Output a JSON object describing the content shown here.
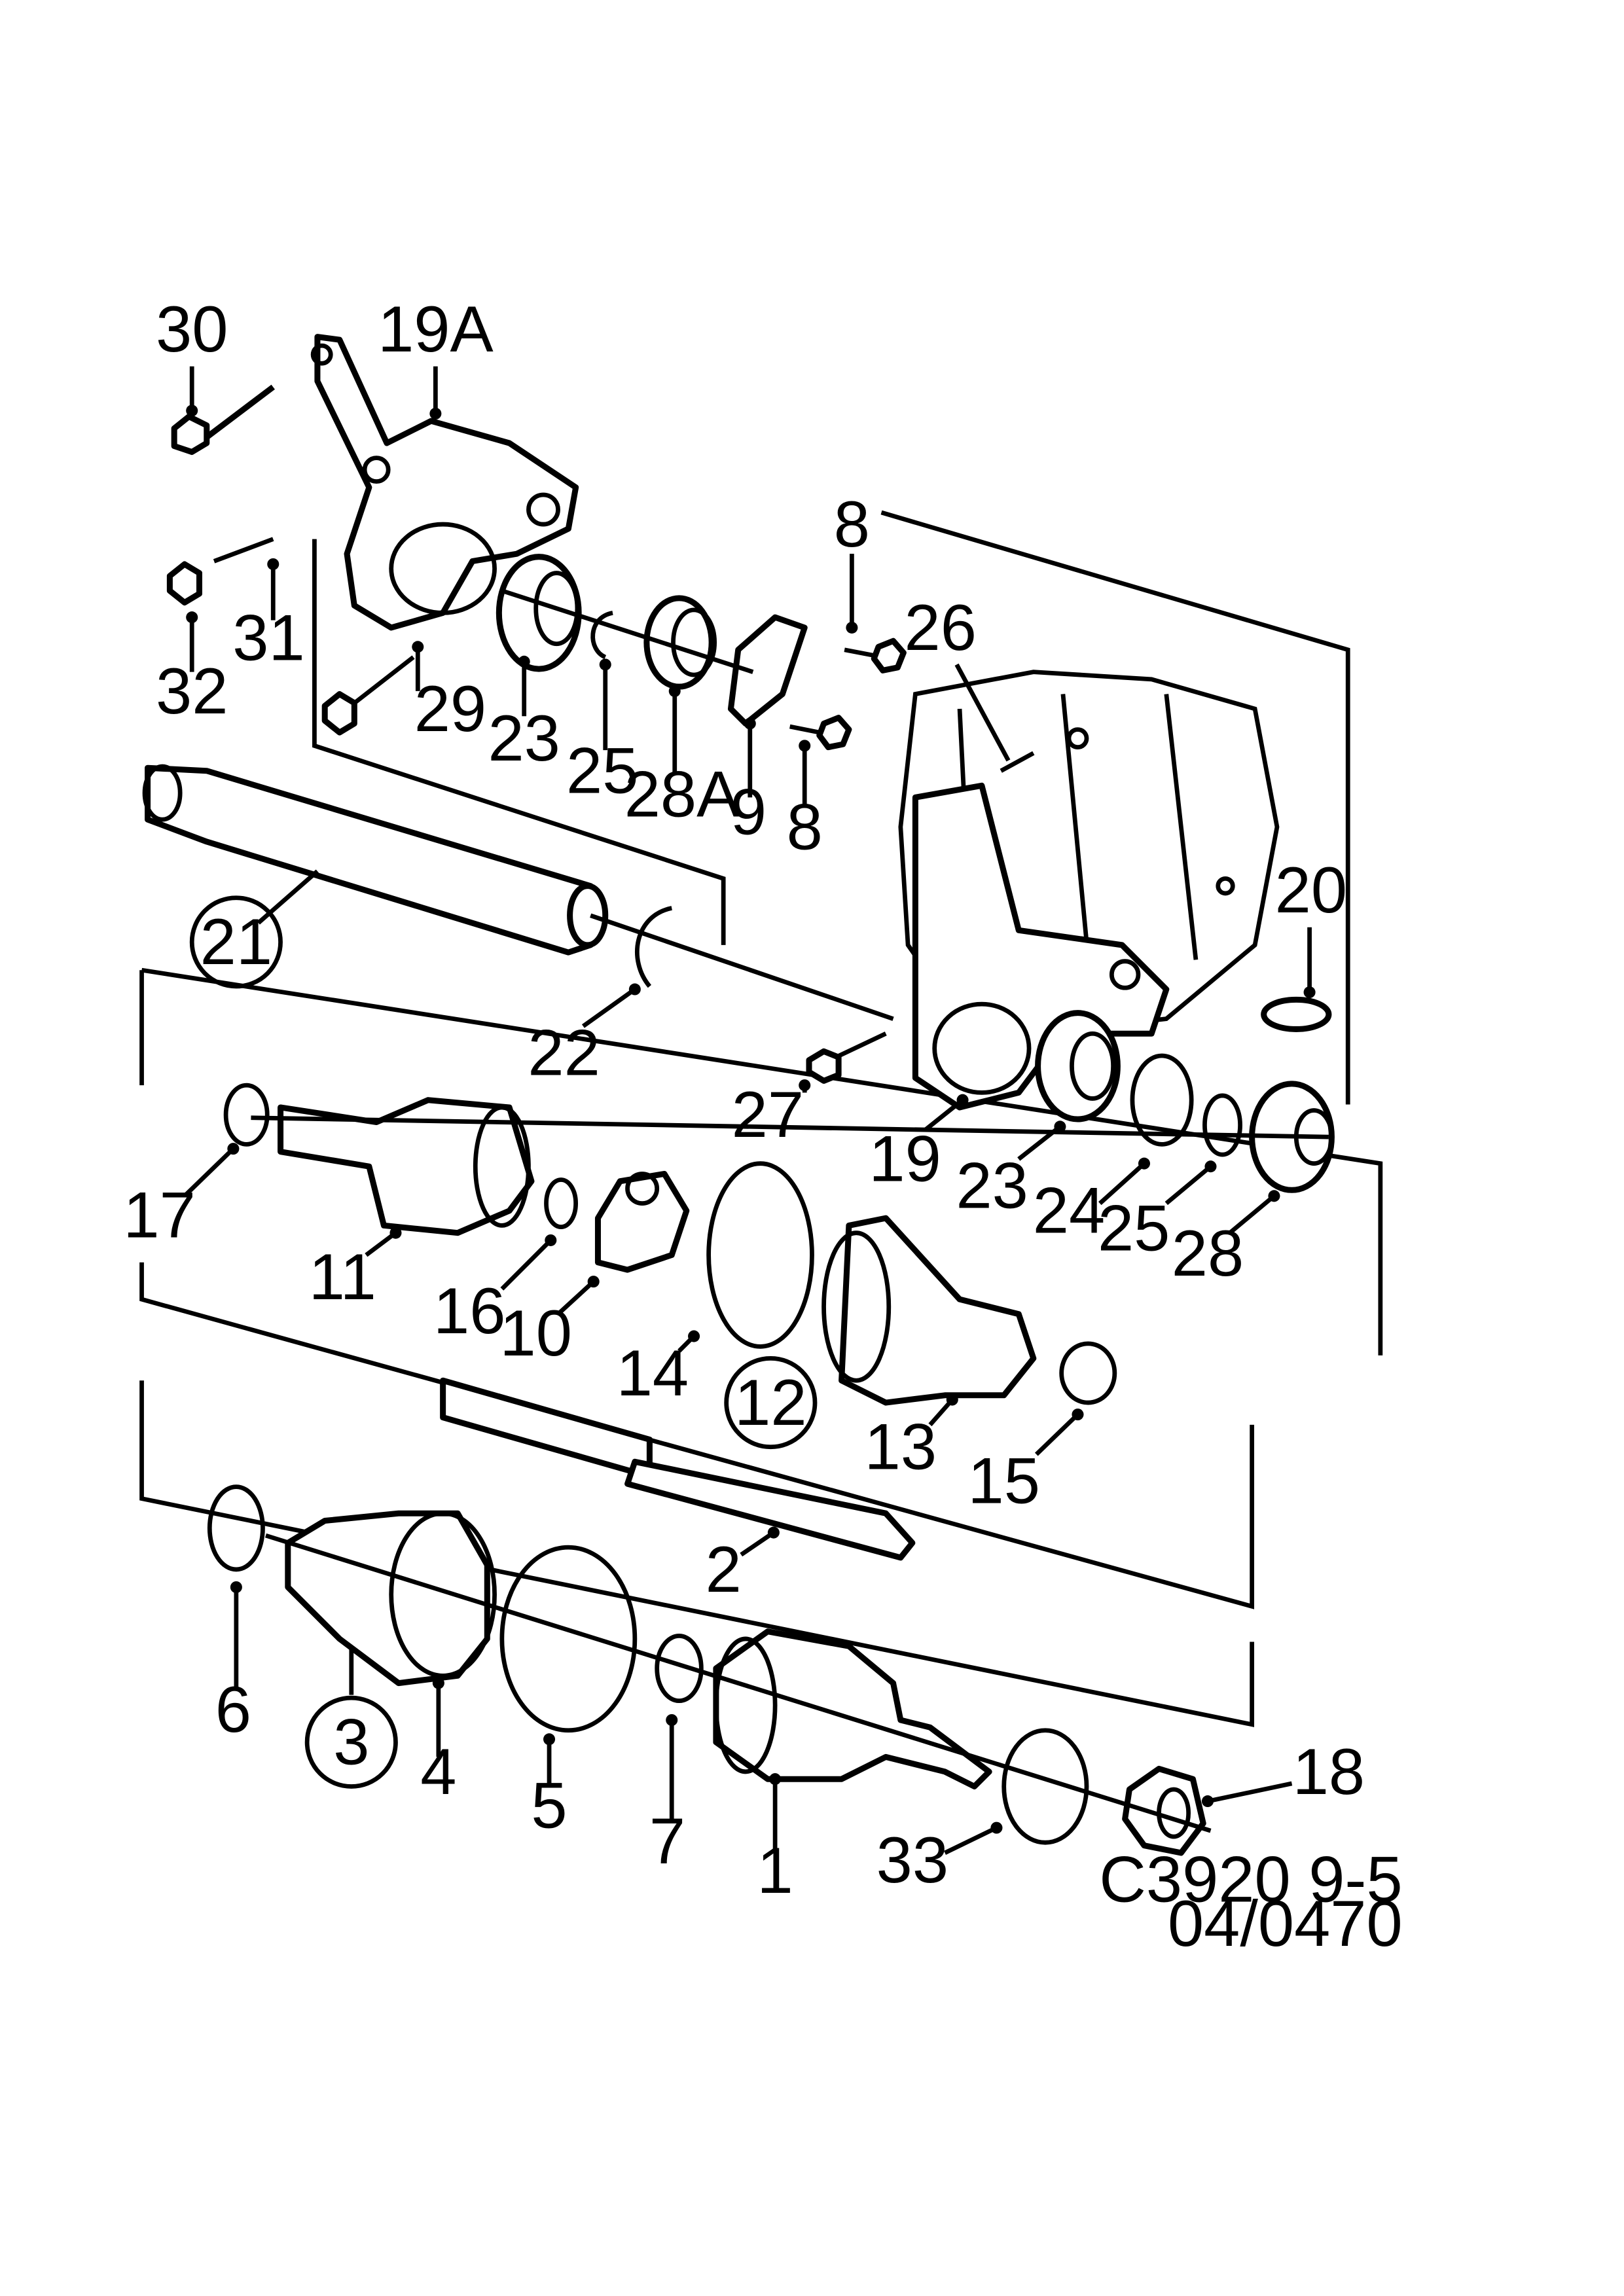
{
  "diagram": {
    "drawing_code": "C3920 9-5",
    "drawing_date": "04/0470",
    "parts": [
      {
        "label": "30",
        "name": "bolt"
      },
      {
        "label": "19A",
        "name": "support-bracket"
      },
      {
        "label": "31",
        "name": "stud"
      },
      {
        "label": "32",
        "name": "nut"
      },
      {
        "label": "29",
        "name": "bolt"
      },
      {
        "label": "23",
        "name": "bearing"
      },
      {
        "label": "25",
        "name": "circlip"
      },
      {
        "label": "28A",
        "name": "sleeve"
      },
      {
        "label": "9",
        "name": "bearing-retainer"
      },
      {
        "label": "8",
        "name": "bolt-upper"
      },
      {
        "label": "8",
        "name": "bolt-lower"
      },
      {
        "label": "26",
        "name": "pin"
      },
      {
        "label": "21",
        "name": "intermediate-shaft",
        "circled": true
      },
      {
        "label": "22",
        "name": "snap-ring"
      },
      {
        "label": "20",
        "name": "sleeve"
      },
      {
        "label": "27",
        "name": "bolt"
      },
      {
        "label": "19",
        "name": "bearing-bracket"
      },
      {
        "label": "23",
        "name": "bearing"
      },
      {
        "label": "24",
        "name": "circlip"
      },
      {
        "label": "25",
        "name": "circlip"
      },
      {
        "label": "28",
        "name": "dust-seal"
      },
      {
        "label": "17",
        "name": "snap-ring"
      },
      {
        "label": "11",
        "name": "inner-joint-housing"
      },
      {
        "label": "16",
        "name": "circlip"
      },
      {
        "label": "10",
        "name": "tripod-spider"
      },
      {
        "label": "14",
        "name": "clamp"
      },
      {
        "label": "12",
        "name": "inner-boot-kit",
        "circled": true
      },
      {
        "label": "13",
        "name": "inner-boot"
      },
      {
        "label": "15",
        "name": "clamp"
      },
      {
        "label": "2",
        "name": "drive-shaft"
      },
      {
        "label": "6",
        "name": "clamp"
      },
      {
        "label": "3",
        "name": "outer-boot-kit",
        "circled": true
      },
      {
        "label": "4",
        "name": "outer-boot"
      },
      {
        "label": "5",
        "name": "clamp"
      },
      {
        "label": "7",
        "name": "circlip"
      },
      {
        "label": "1",
        "name": "outer-joint"
      },
      {
        "label": "33",
        "name": "abs-ring"
      },
      {
        "label": "18",
        "name": "hub-nut"
      }
    ]
  }
}
